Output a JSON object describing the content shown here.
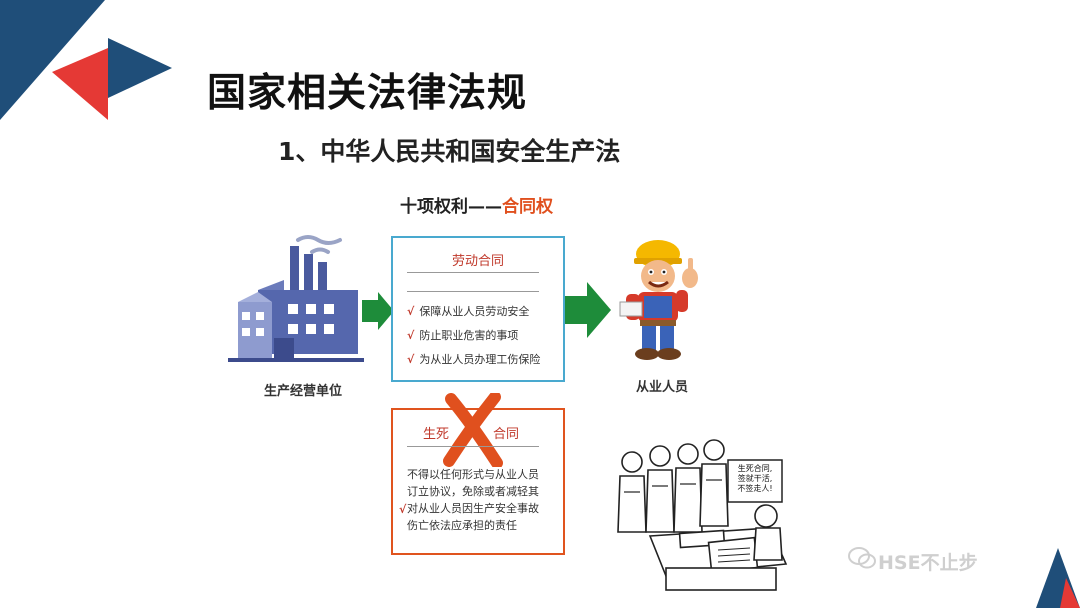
{
  "slide": {
    "title": "国家相关法律法规",
    "subtitle": "1、中华人民共和国安全生产法",
    "section": {
      "prefix": "十项权利——",
      "highlight": "合同权"
    }
  },
  "left_entity": {
    "label": "生产经营单位"
  },
  "right_entity": {
    "label": "从业人员"
  },
  "labor_contract": {
    "title": "劳动合同",
    "items": [
      {
        "mark": "√",
        "text": "保障从业人员劳动安全"
      },
      {
        "mark": "√",
        "text": "防止职业危害的事项"
      },
      {
        "mark": "√",
        "text": "为从业人员办理工伤保险"
      }
    ]
  },
  "death_contract": {
    "title_left": "生死",
    "title_right": "合同",
    "mark": "√",
    "lines": [
      "不得以任何形式与从业人员",
      "订立协议，免除或者减轻其",
      "对从业人员因生产安全事故",
      "伤亡依法应承担的责任"
    ]
  },
  "cartoon": {
    "speech_lines": [
      "生死合同,",
      "签就干活,",
      "不签走人!"
    ]
  },
  "watermark": {
    "text": "HSE不止步"
  },
  "colors": {
    "navy": "#1f4e79",
    "red": "#e53935",
    "blue_border": "#49a9cf",
    "orange_border": "#e0541e",
    "arrow_green": "#1e8c3a"
  }
}
